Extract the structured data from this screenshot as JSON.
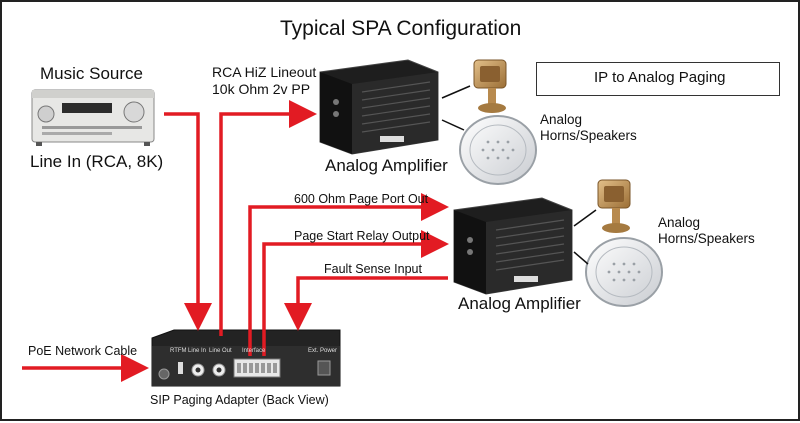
{
  "title": "Typical SPA Configuration",
  "legend": {
    "label": "IP to Analog Paging",
    "line_color": "#e21b23"
  },
  "music_source": {
    "title": "Music Source",
    "caption": "Line In (RCA, 8K)"
  },
  "rca_lineout": {
    "line1": "RCA HiZ Lineout",
    "line2": "10k Ohm 2v PP"
  },
  "amplifier_top": {
    "label": "Analog Amplifier"
  },
  "amplifier_bottom": {
    "label": "Analog Amplifier"
  },
  "speakers_top": {
    "line1": "Analog",
    "line2": "Horns/Speakers"
  },
  "speakers_bottom": {
    "line1": "Analog",
    "line2": "Horns/Speakers"
  },
  "signals": {
    "page_port": "600 Ohm Page Port Out",
    "relay_output": "Page Start Relay Output",
    "fault_sense": "Fault Sense Input"
  },
  "poe_cable": "PoE Network Cable",
  "adapter": {
    "caption": "SIP Paging Adapter (Back View)",
    "port_labels": [
      "RTFM",
      "Line In",
      "Line Out",
      "Interface",
      "Ext. Power"
    ]
  },
  "colors": {
    "arrow": "#e21b23",
    "device_dark": "#2b2b2b",
    "horn": "#b88a4e"
  }
}
